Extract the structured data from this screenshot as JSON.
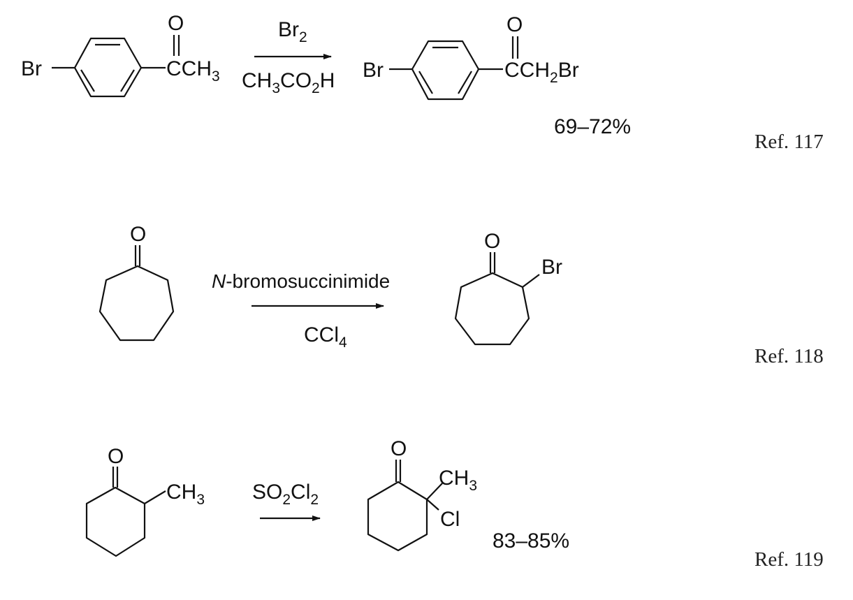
{
  "reactions": [
    {
      "reactant": {
        "substituent": "Br",
        "oxygen": "O",
        "group": [
          "CCH",
          "3"
        ]
      },
      "reagent_above": [
        "Br",
        "2"
      ],
      "reagent_below": [
        "CH",
        "3",
        "CO",
        "2",
        "H"
      ],
      "product": {
        "substituent": "Br",
        "oxygen": "O",
        "group": [
          "CCH",
          "2",
          "Br"
        ]
      },
      "yield": "69–72%",
      "ref": "Ref. 117"
    },
    {
      "reactant": {
        "oxygen": "O"
      },
      "reagent_above": [
        "N",
        "-bromosuccinimide"
      ],
      "reagent_below": [
        "CCl",
        "4"
      ],
      "product": {
        "oxygen": "O",
        "substituent": "Br"
      },
      "ref": "Ref. 118"
    },
    {
      "reactant": {
        "oxygen": "O",
        "substituent": [
          "CH",
          "3"
        ]
      },
      "reagent_above": [
        "SO",
        "2",
        "Cl",
        "2"
      ],
      "product": {
        "oxygen": "O",
        "methyl": [
          "CH",
          "3"
        ],
        "halogen": "Cl"
      },
      "yield": "83–85%",
      "ref": "Ref. 119"
    }
  ]
}
